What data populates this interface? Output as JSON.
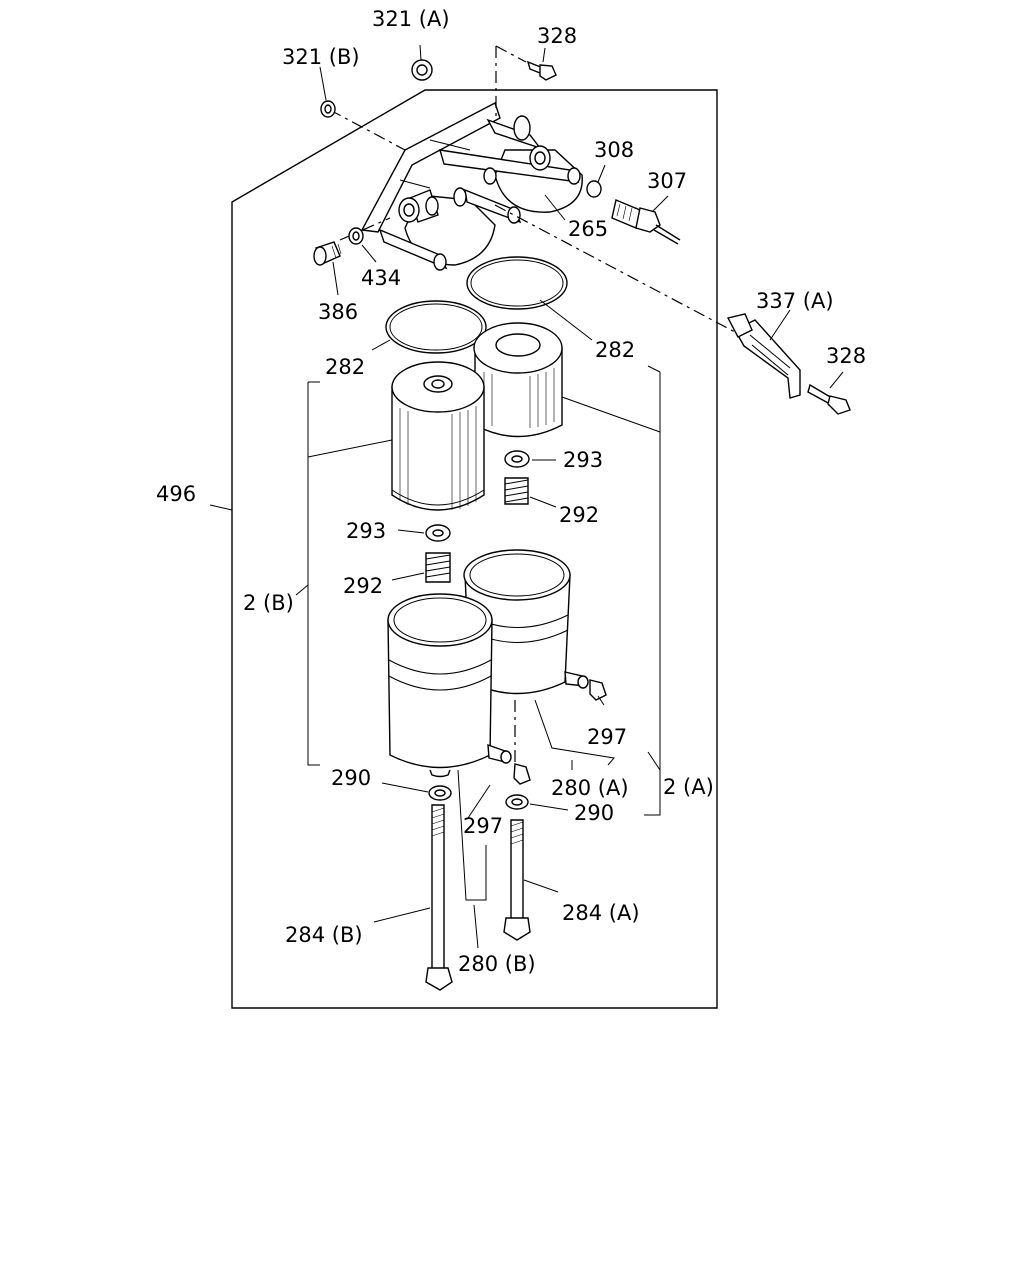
{
  "labels": {
    "l321a": "321 (A)",
    "l321b": "321 (B)",
    "l328a": "328",
    "l308": "308",
    "l307": "307",
    "l265": "265",
    "l434": "434",
    "l386": "386",
    "l337a": "337 (A)",
    "l328b": "328",
    "l282a": "282",
    "l282b": "282",
    "l293a": "293",
    "l292a": "292",
    "l496": "496",
    "l293b": "293",
    "l292b": "292",
    "l2b": "2 (B)",
    "l297a": "297",
    "l280a": "280 (A)",
    "l2a": "2 (A)",
    "l290a": "290",
    "l290b": "290",
    "l297b": "297",
    "l284a": "284 (A)",
    "l284b": "284 (B)",
    "l280b": "280 (B)"
  }
}
